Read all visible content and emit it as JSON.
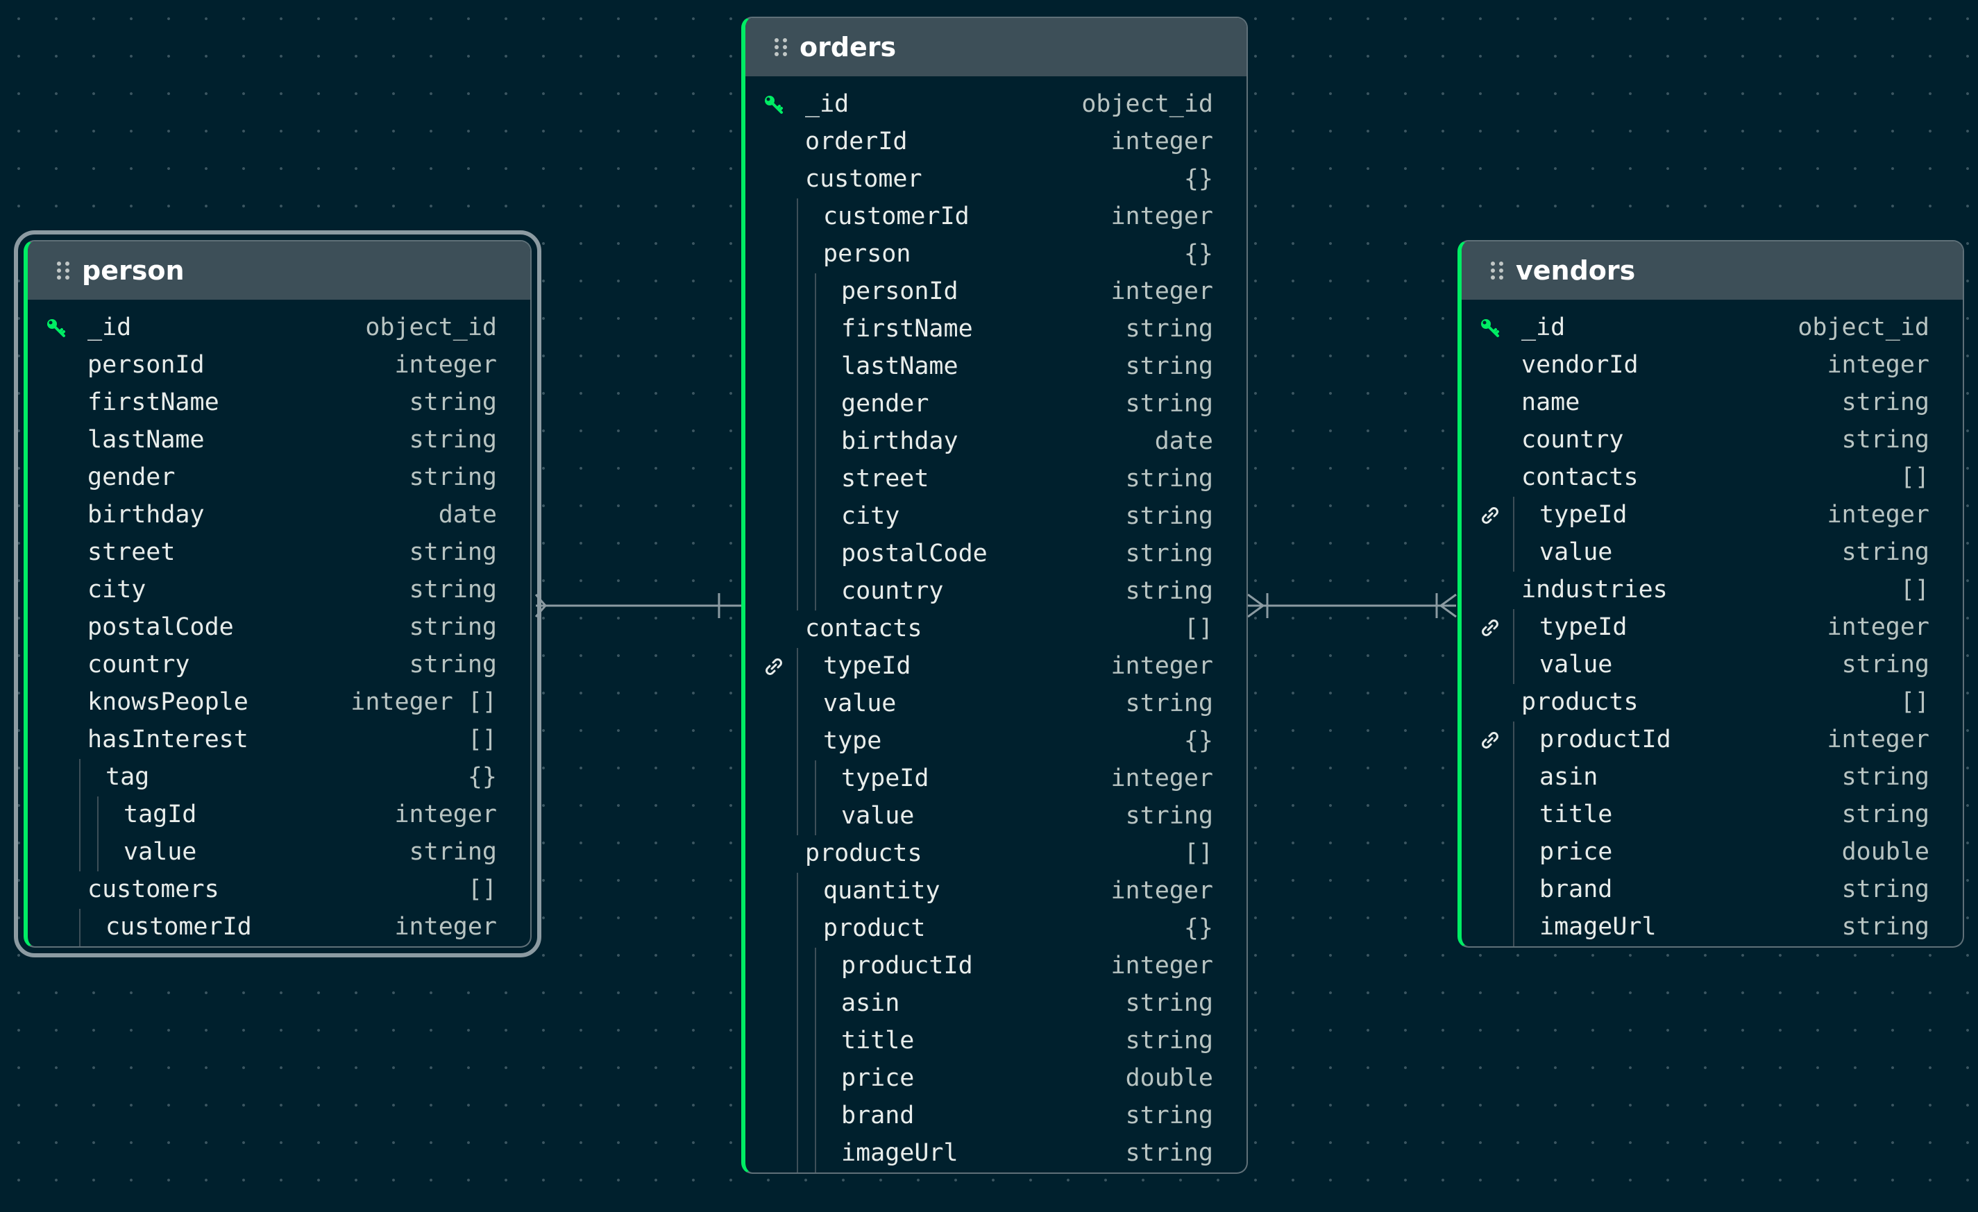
{
  "tables": [
    {
      "key": "person",
      "name": "person",
      "selected": true,
      "fields": [
        {
          "name": "_id",
          "type": "object_id",
          "depth": 0,
          "icon": "key"
        },
        {
          "name": "personId",
          "type": "integer",
          "depth": 0
        },
        {
          "name": "firstName",
          "type": "string",
          "depth": 0
        },
        {
          "name": "lastName",
          "type": "string",
          "depth": 0
        },
        {
          "name": "gender",
          "type": "string",
          "depth": 0
        },
        {
          "name": "birthday",
          "type": "date",
          "depth": 0
        },
        {
          "name": "street",
          "type": "string",
          "depth": 0
        },
        {
          "name": "city",
          "type": "string",
          "depth": 0
        },
        {
          "name": "postalCode",
          "type": "string",
          "depth": 0
        },
        {
          "name": "country",
          "type": "string",
          "depth": 0
        },
        {
          "name": "knowsPeople",
          "type": "integer []",
          "depth": 0
        },
        {
          "name": "hasInterest",
          "type": "[]",
          "depth": 0
        },
        {
          "name": "tag",
          "type": "{}",
          "depth": 1
        },
        {
          "name": "tagId",
          "type": "integer",
          "depth": 2
        },
        {
          "name": "value",
          "type": "string",
          "depth": 2
        },
        {
          "name": "customers",
          "type": "[]",
          "depth": 0
        },
        {
          "name": "customerId",
          "type": "integer",
          "depth": 1
        }
      ]
    },
    {
      "key": "orders",
      "name": "orders",
      "selected": false,
      "fields": [
        {
          "name": "_id",
          "type": "object_id",
          "depth": 0,
          "icon": "key"
        },
        {
          "name": "orderId",
          "type": "integer",
          "depth": 0
        },
        {
          "name": "customer",
          "type": "{}",
          "depth": 0
        },
        {
          "name": "customerId",
          "type": "integer",
          "depth": 1
        },
        {
          "name": "person",
          "type": "{}",
          "depth": 1
        },
        {
          "name": "personId",
          "type": "integer",
          "depth": 2
        },
        {
          "name": "firstName",
          "type": "string",
          "depth": 2
        },
        {
          "name": "lastName",
          "type": "string",
          "depth": 2
        },
        {
          "name": "gender",
          "type": "string",
          "depth": 2
        },
        {
          "name": "birthday",
          "type": "date",
          "depth": 2
        },
        {
          "name": "street",
          "type": "string",
          "depth": 2
        },
        {
          "name": "city",
          "type": "string",
          "depth": 2
        },
        {
          "name": "postalCode",
          "type": "string",
          "depth": 2
        },
        {
          "name": "country",
          "type": "string",
          "depth": 2
        },
        {
          "name": "contacts",
          "type": "[]",
          "depth": 0
        },
        {
          "name": "typeId",
          "type": "integer",
          "depth": 1,
          "icon": "link"
        },
        {
          "name": "value",
          "type": "string",
          "depth": 1
        },
        {
          "name": "type",
          "type": "{}",
          "depth": 1
        },
        {
          "name": "typeId",
          "type": "integer",
          "depth": 2
        },
        {
          "name": "value",
          "type": "string",
          "depth": 2
        },
        {
          "name": "products",
          "type": "[]",
          "depth": 0
        },
        {
          "name": "quantity",
          "type": "integer",
          "depth": 1
        },
        {
          "name": "product",
          "type": "{}",
          "depth": 1
        },
        {
          "name": "productId",
          "type": "integer",
          "depth": 2
        },
        {
          "name": "asin",
          "type": "string",
          "depth": 2
        },
        {
          "name": "title",
          "type": "string",
          "depth": 2
        },
        {
          "name": "price",
          "type": "double",
          "depth": 2
        },
        {
          "name": "brand",
          "type": "string",
          "depth": 2
        },
        {
          "name": "imageUrl",
          "type": "string",
          "depth": 2
        }
      ]
    },
    {
      "key": "vendors",
      "name": "vendors",
      "selected": false,
      "fields": [
        {
          "name": "_id",
          "type": "object_id",
          "depth": 0,
          "icon": "key"
        },
        {
          "name": "vendorId",
          "type": "integer",
          "depth": 0
        },
        {
          "name": "name",
          "type": "string",
          "depth": 0
        },
        {
          "name": "country",
          "type": "string",
          "depth": 0
        },
        {
          "name": "contacts",
          "type": "[]",
          "depth": 0
        },
        {
          "name": "typeId",
          "type": "integer",
          "depth": 1,
          "icon": "link"
        },
        {
          "name": "value",
          "type": "string",
          "depth": 1
        },
        {
          "name": "industries",
          "type": "[]",
          "depth": 0
        },
        {
          "name": "typeId",
          "type": "integer",
          "depth": 1,
          "icon": "link"
        },
        {
          "name": "value",
          "type": "string",
          "depth": 1
        },
        {
          "name": "products",
          "type": "[]",
          "depth": 0
        },
        {
          "name": "productId",
          "type": "integer",
          "depth": 1,
          "icon": "link"
        },
        {
          "name": "asin",
          "type": "string",
          "depth": 1
        },
        {
          "name": "title",
          "type": "string",
          "depth": 1
        },
        {
          "name": "price",
          "type": "double",
          "depth": 1
        },
        {
          "name": "brand",
          "type": "string",
          "depth": 1
        },
        {
          "name": "imageUrl",
          "type": "string",
          "depth": 1
        }
      ]
    }
  ],
  "relationships": [
    {
      "from": "person",
      "to": "orders",
      "from_end": "many",
      "to_end": "one"
    },
    {
      "from": "orders",
      "to": "vendors",
      "from_end": "one-or-many",
      "to_end": "one-or-many"
    }
  ],
  "colors": {
    "accent": "#00ed64",
    "header": "#3d4f58",
    "background": "#00202d"
  }
}
